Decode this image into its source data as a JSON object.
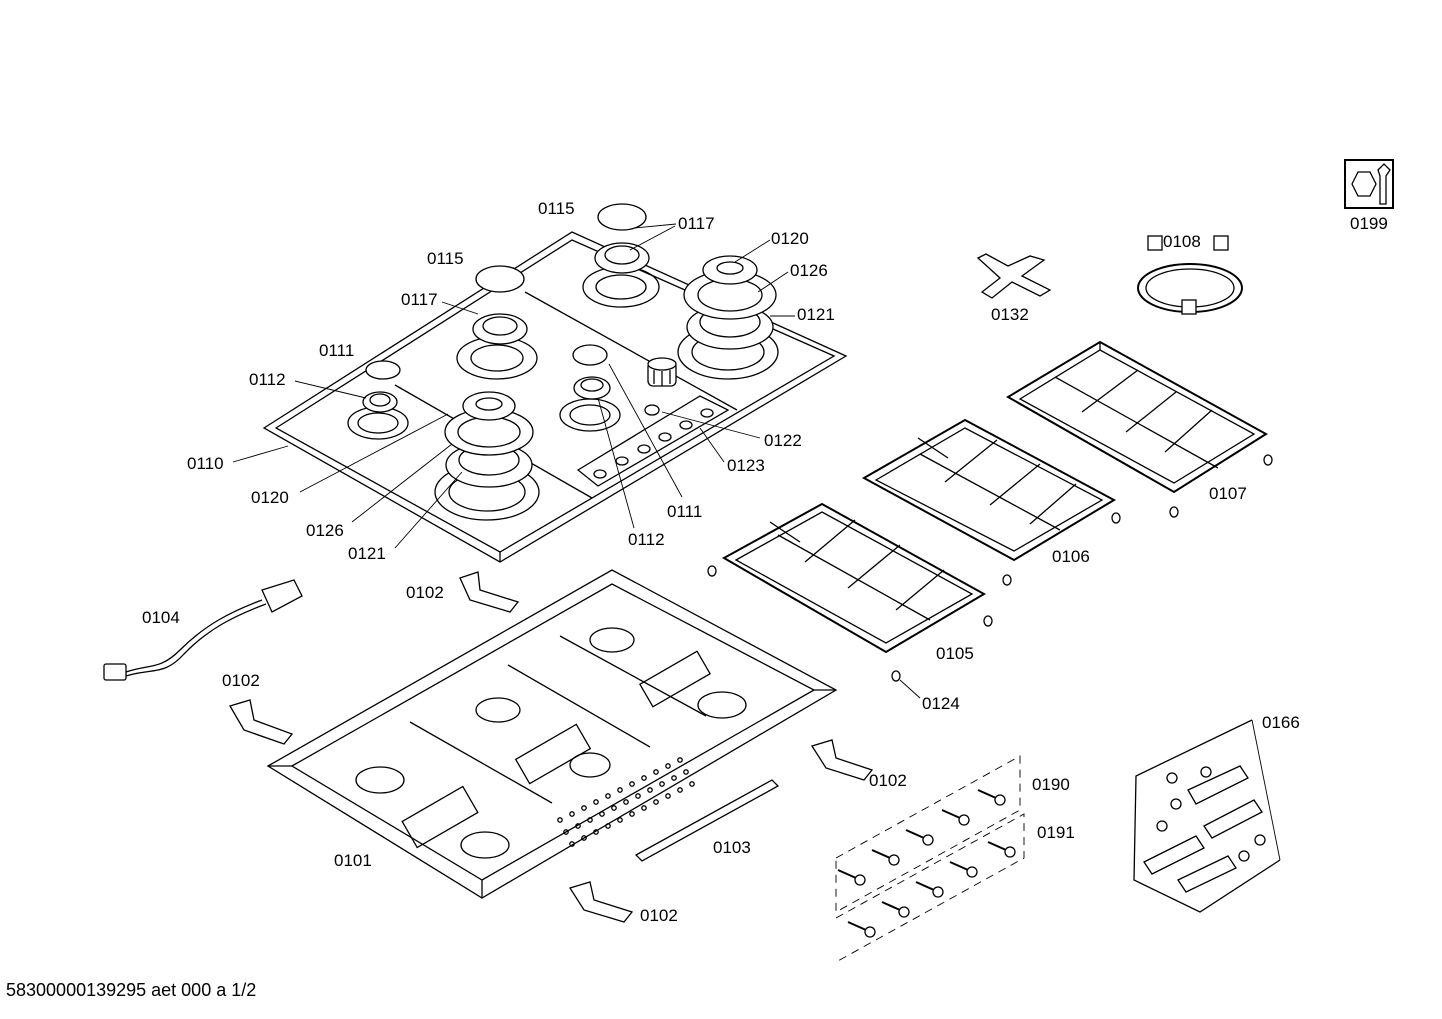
{
  "document_id": "58300000139295 aet 000 a 1/2",
  "service_icon": "service-tool-icon",
  "parts": [
    {
      "id": "p0115a",
      "label": "0115"
    },
    {
      "id": "p0117a",
      "label": "0117"
    },
    {
      "id": "p0120a",
      "label": "0120"
    },
    {
      "id": "p0126a",
      "label": "0126"
    },
    {
      "id": "p0121a",
      "label": "0121"
    },
    {
      "id": "p0115b",
      "label": "0115"
    },
    {
      "id": "p0117b",
      "label": "0117"
    },
    {
      "id": "p0111a",
      "label": "0111"
    },
    {
      "id": "p0112a",
      "label": "0112"
    },
    {
      "id": "p0110",
      "label": "0110"
    },
    {
      "id": "p0122",
      "label": "0122"
    },
    {
      "id": "p0123",
      "label": "0123"
    },
    {
      "id": "p0120b",
      "label": "0120"
    },
    {
      "id": "p0126b",
      "label": "0126"
    },
    {
      "id": "p0121b",
      "label": "0121"
    },
    {
      "id": "p0111b",
      "label": "0111"
    },
    {
      "id": "p0112b",
      "label": "0112"
    },
    {
      "id": "p0199",
      "label": "0199"
    },
    {
      "id": "p0108",
      "label": "0108"
    },
    {
      "id": "p0132",
      "label": "0132"
    },
    {
      "id": "p0107",
      "label": "0107"
    },
    {
      "id": "p0106",
      "label": "0106"
    },
    {
      "id": "p0105",
      "label": "0105"
    },
    {
      "id": "p0124",
      "label": "0124"
    },
    {
      "id": "p0104",
      "label": "0104"
    },
    {
      "id": "p0102a",
      "label": "0102"
    },
    {
      "id": "p0102b",
      "label": "0102"
    },
    {
      "id": "p0102c",
      "label": "0102"
    },
    {
      "id": "p0102d",
      "label": "0102"
    },
    {
      "id": "p0101",
      "label": "0101"
    },
    {
      "id": "p0103",
      "label": "0103"
    },
    {
      "id": "p0166",
      "label": "0166"
    },
    {
      "id": "p0190",
      "label": "0190"
    },
    {
      "id": "p0191",
      "label": "0191"
    }
  ]
}
